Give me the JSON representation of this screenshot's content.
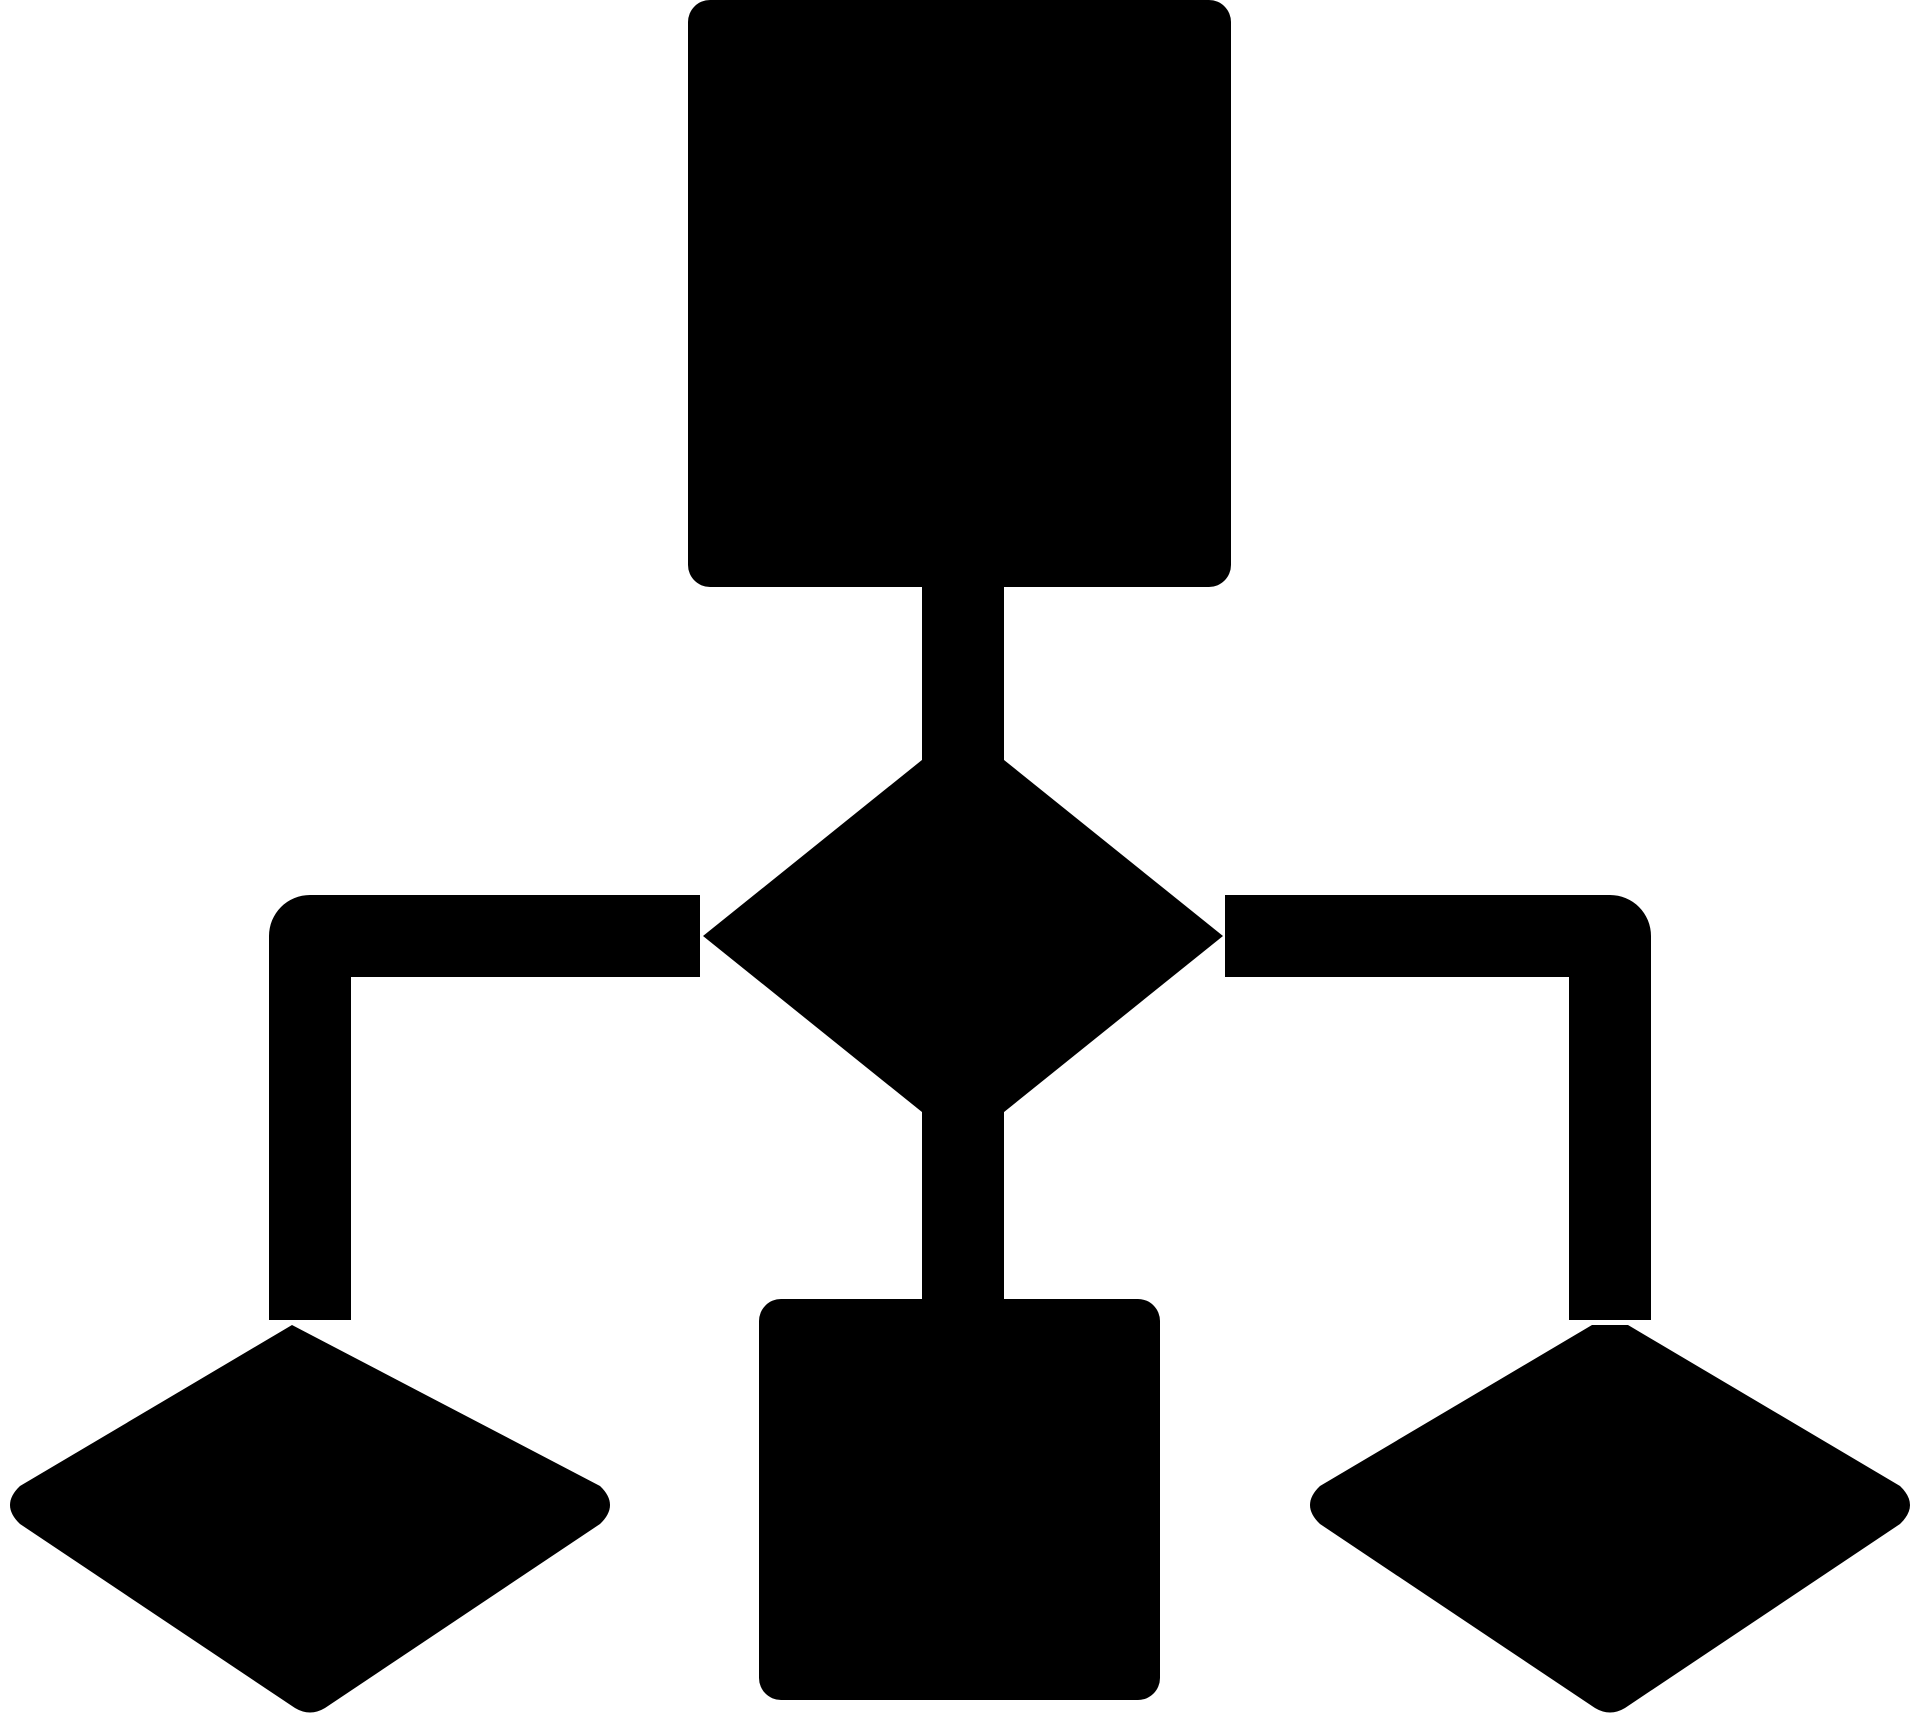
{
  "diagram": {
    "icon_name": "flowchart-icon",
    "fill_color": "#000000",
    "background_color": "#ffffff",
    "shapes": [
      {
        "name": "top-process-box",
        "kind": "rectangle"
      },
      {
        "name": "center-decision-diamond",
        "kind": "diamond"
      },
      {
        "name": "left-decision-diamond",
        "kind": "diamond"
      },
      {
        "name": "bottom-process-box",
        "kind": "rectangle"
      },
      {
        "name": "right-decision-diamond",
        "kind": "diamond"
      }
    ],
    "connectors": [
      {
        "from": "top-process-box",
        "to": "center-decision-diamond"
      },
      {
        "from": "center-decision-diamond",
        "to": "left-decision-diamond"
      },
      {
        "from": "center-decision-diamond",
        "to": "bottom-process-box"
      },
      {
        "from": "center-decision-diamond",
        "to": "right-decision-diamond"
      }
    ]
  }
}
